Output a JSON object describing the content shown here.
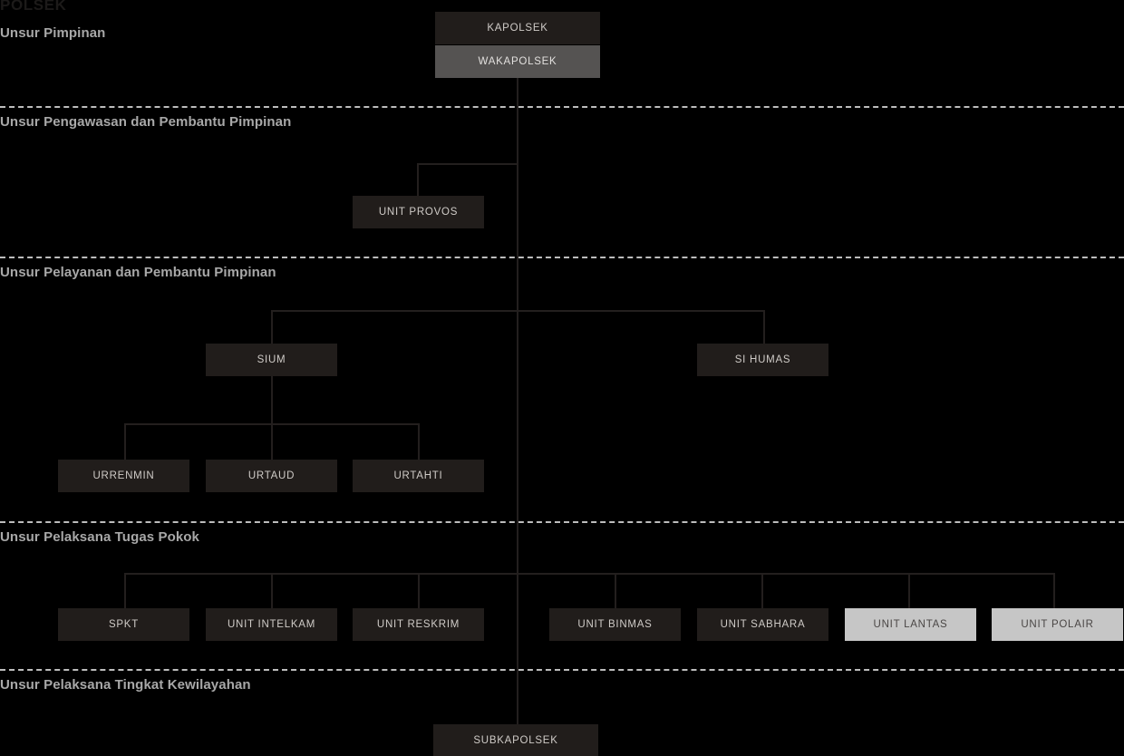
{
  "chart": {
    "title": "POLSEK",
    "background_color": "#000000",
    "node_dark_color": "#211d1b",
    "node_mid_color": "#555352",
    "node_light_color": "#c6c6c6",
    "line_color": "#231f1e",
    "divider_color": "#bdbdbd",
    "label_color": "#a8a8a8"
  },
  "sections": [
    {
      "label": "Unsur Pimpinan"
    },
    {
      "label": "Unsur Pengawasan dan Pembantu Pimpinan"
    },
    {
      "label": "Unsur Pelayanan dan Pembantu Pimpinan"
    },
    {
      "label": "Unsur Pelaksana Tugas Pokok"
    },
    {
      "label": "Unsur Pelaksana Tingkat Kewilayahan"
    }
  ],
  "nodes": {
    "kapolsek": "KAPOLSEK",
    "wakapolsek": "WAKAPOLSEK",
    "unit_provos": "UNIT PROVOS",
    "sium": "SIUM",
    "si_humas": "SI HUMAS",
    "urrenmin": "URRENMIN",
    "urtaud": "URTAUD",
    "urtahti": "URTAHTI",
    "spkt": "SPKT",
    "unit_intelkam": "UNIT INTELKAM",
    "unit_reskrim": "UNIT RESKRIM",
    "unit_binmas": "UNIT BINMAS",
    "unit_sabhara": "UNIT SABHARA",
    "unit_lantas": "UNIT LANTAS",
    "unit_polair": "UNIT POLAIR",
    "subkapolsek": "SUBKAPOLSEK"
  }
}
